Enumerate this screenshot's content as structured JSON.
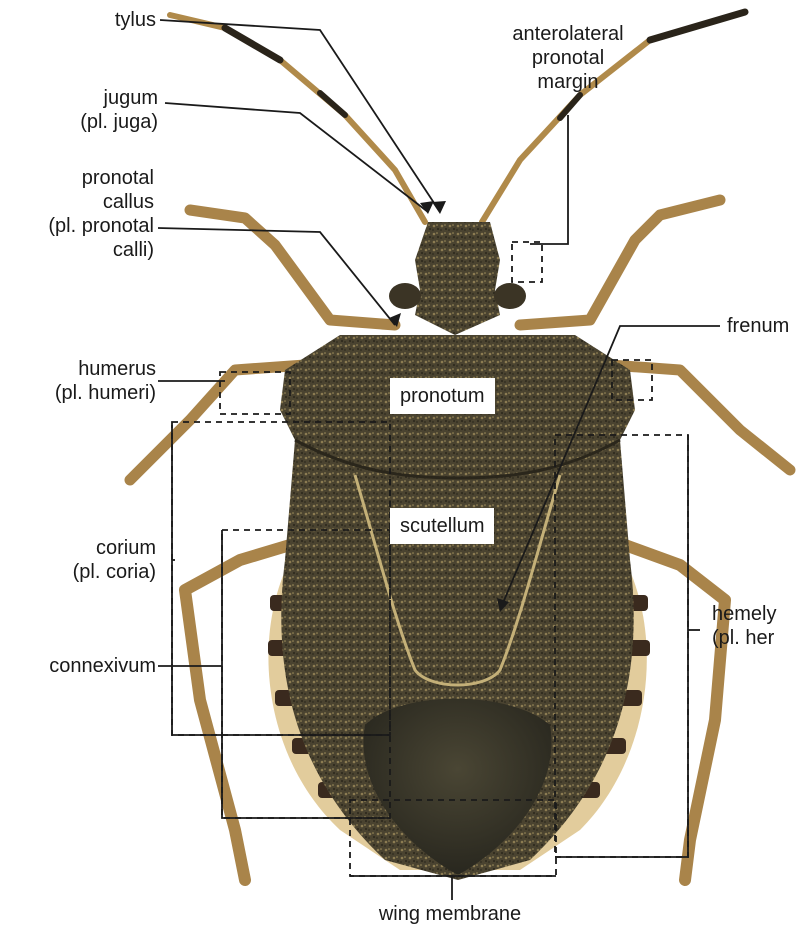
{
  "labels": {
    "tylus": [
      "tylus"
    ],
    "jugum": [
      "jugum",
      "(pl. juga)"
    ],
    "pronotal_callus": [
      "pronotal",
      "callus",
      "(pl. pronotal",
      "calli)"
    ],
    "humerus": [
      "humerus",
      "(pl. humeri)"
    ],
    "corium": [
      "corium",
      "(pl. coria)"
    ],
    "connexivum": [
      "connexivum"
    ],
    "anterolateral": [
      "anterolateral",
      "pronotal",
      "margin"
    ],
    "frenum": [
      "frenum"
    ],
    "hemelytron": [
      "hemely",
      "(pl. her"
    ],
    "wing_membrane": [
      "wing membrane"
    ]
  },
  "boxes": {
    "pronotum": "pronotum",
    "scutellum": "scutellum"
  },
  "colors": {
    "body_dark": "#3a3526",
    "body_mid": "#5d533a",
    "leg": "#b08a4a",
    "connexivum_light": "#e2cc9c",
    "membrane": "#2b2a22",
    "line": "#1a1a1a"
  }
}
